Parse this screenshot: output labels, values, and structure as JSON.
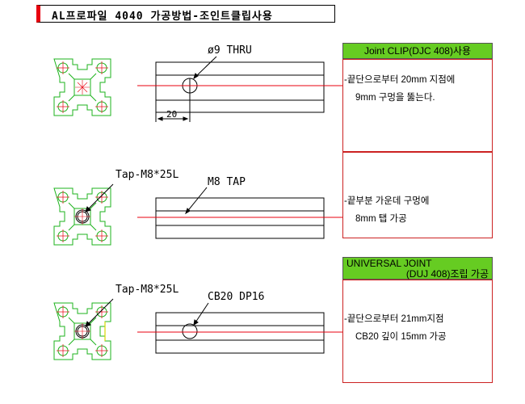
{
  "title": "AL프로파일 4040 가공방법-조인트클립사용",
  "colors": {
    "profile": "#1db31d",
    "centerline": "#e8000f",
    "header_bg": "#66cc22",
    "box_border": "#cc2222"
  },
  "section1": {
    "hole_label": "ø9 THRU",
    "dim_label": "20",
    "header": "Joint CLIP(DJC 408)사용",
    "note_line1": "-끝단으로부터 20mm 지점에",
    "note_line2": "9mm 구멍을 뚫는다."
  },
  "section2": {
    "tap_callout": "Tap-M8*25L",
    "hole_label": "M8 TAP",
    "note_line1": "-끝부분 가운데 구멍에",
    "note_line2": "8mm 탭 가공"
  },
  "section3": {
    "tap_callout": "Tap-M8*25L",
    "hole_label": "CB20 DP16",
    "header_line1": "UNIVERSAL JOINT",
    "header_line2": "(DUJ 408)조립 가공",
    "note_line1": "-끝단으로부터 21mm지점",
    "note_line2": "CB20 깊이 15mm 가공"
  }
}
